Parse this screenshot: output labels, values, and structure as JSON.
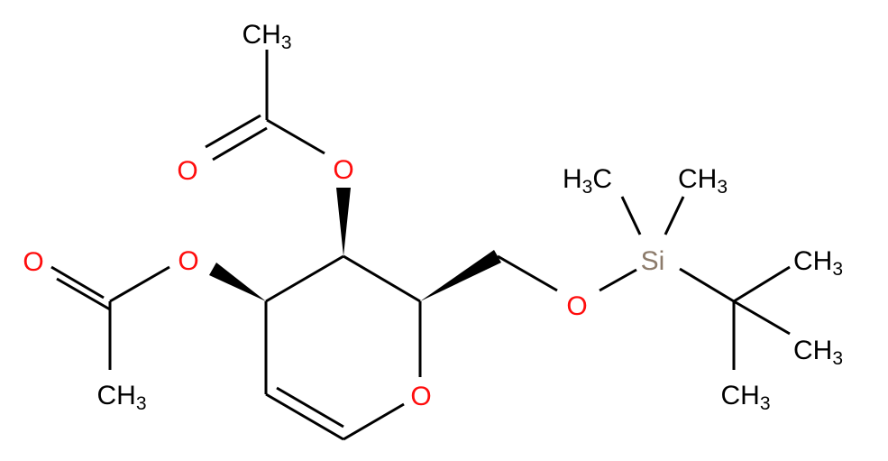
{
  "colors": {
    "carbon": "#000000",
    "oxygen": "#ff0d0d",
    "silicon": "#8c7b6b",
    "background": "#ffffff"
  },
  "labels": {
    "ch3_top": {
      "main": "CH",
      "sub": "3"
    },
    "o_carbonyl_top": "O",
    "o_ester_top": "O",
    "o_carbonyl_left": "O",
    "o_ester_left": "O",
    "ch3_left": {
      "main": "CH",
      "sub": "3"
    },
    "o_ring": "O",
    "o_silyl": "O",
    "si": "Si",
    "h3c_si": {
      "pre": "H",
      "sub": "3",
      "post": "C"
    },
    "ch3_si": {
      "main": "CH",
      "sub": "3"
    },
    "ch3_tbu_1": {
      "main": "CH",
      "sub": "3"
    },
    "ch3_tbu_2": {
      "main": "CH",
      "sub": "3"
    },
    "ch3_tbu_3": {
      "main": "CH",
      "sub": "3"
    }
  }
}
